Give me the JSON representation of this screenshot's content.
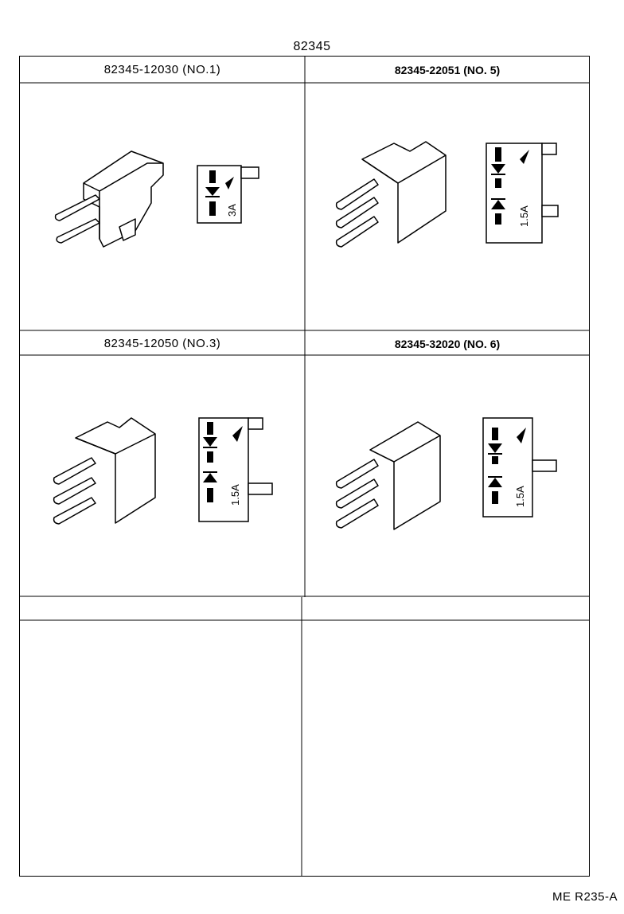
{
  "title": "82345",
  "footer": "ME  R235-A",
  "cells": [
    {
      "header": "82345-12030 (NO.1)",
      "rating": "3A"
    },
    {
      "header": "82345-22051 (NO. 5)",
      "rating": "1.5A"
    },
    {
      "header": "82345-12050 (NO.3)",
      "rating": "1.5A"
    },
    {
      "header": "82345-32020 (NO. 6)",
      "rating": "1.5A"
    },
    {
      "header": ""
    },
    {
      "header": ""
    }
  ]
}
